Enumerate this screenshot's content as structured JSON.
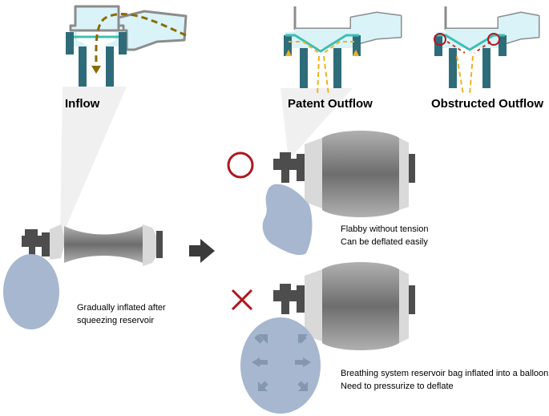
{
  "labels": {
    "inflow": "Inflow",
    "patent_outflow": "Patent Outflow",
    "obstructed_outflow": "Obstructed Outflow"
  },
  "captions": {
    "gradual_1": "Gradually inflated after",
    "gradual_2": "squeezing reservoir",
    "flabby_1": "Flabby without tension",
    "flabby_2": "Can be deflated easily",
    "balloon_1": "Breathing system reservoir bag inflated into a balloon",
    "balloon_2": "Need to pressurize to deflate"
  },
  "colors": {
    "valve_body": "#d9f3f8",
    "valve_outline": "#8c8c8c",
    "valve_seat": "#2f6c7a",
    "disc": "#3fbfb0",
    "inflow_arrow": "#8a6a00",
    "outflow_arrow": "#f2b21f",
    "circle_mark": "#b0171f",
    "bag_dark": "#6d6d6d",
    "bag_light": "#d9d9d9",
    "reservoir": "#a6b7cf",
    "connector": "#4d4d4d",
    "pressure_arrow": "#8497b0"
  }
}
